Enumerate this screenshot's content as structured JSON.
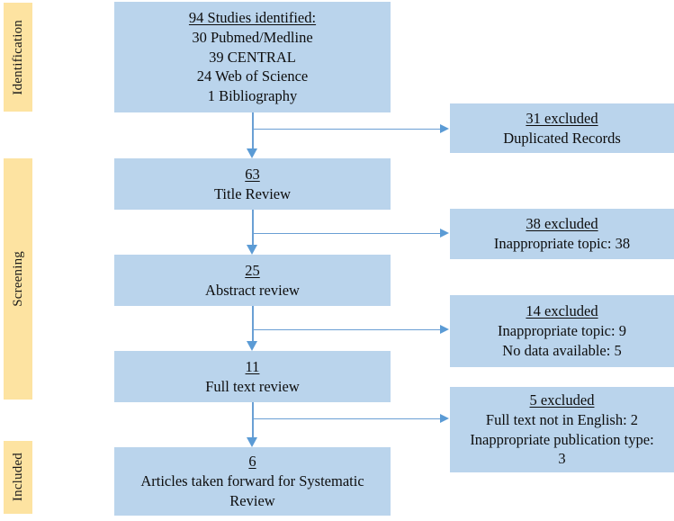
{
  "figure": {
    "type": "prisma-flow-diagram",
    "colors": {
      "box_fill": "#bad4ec",
      "stage_fill": "#fde3a1",
      "connector": "#5b9bd5",
      "background": "#ffffff",
      "text": "#111111"
    }
  },
  "stages": [
    {
      "label": "Identification"
    },
    {
      "label": "Screening"
    },
    {
      "label": "Included"
    }
  ],
  "main_boxes": [
    {
      "id": "identified",
      "head": "94 Studies identified:",
      "lines": [
        "30 Pubmed/Medline",
        "39 CENTRAL",
        "24 Web of Science",
        "1 Bibliography"
      ]
    },
    {
      "id": "title-review",
      "head": "63",
      "lines": [
        "Title Review"
      ]
    },
    {
      "id": "abstract-review",
      "head": "25",
      "lines": [
        "Abstract review"
      ]
    },
    {
      "id": "full-text-review",
      "head": "11",
      "lines": [
        "Full text review"
      ]
    },
    {
      "id": "included",
      "head": "6",
      "lines": [
        "Articles taken forward for Systematic Review"
      ]
    }
  ],
  "excluded_boxes": [
    {
      "id": "excluded-duplicates",
      "head": "31 excluded",
      "lines": [
        "Duplicated Records"
      ]
    },
    {
      "id": "excluded-title",
      "head": "38 excluded",
      "lines": [
        "Inappropriate topic: 38"
      ]
    },
    {
      "id": "excluded-abstract",
      "head": "14 excluded",
      "lines": [
        "Inappropriate topic: 9",
        "No data available: 5"
      ]
    },
    {
      "id": "excluded-fulltext",
      "head": "5 excluded",
      "lines": [
        "Full text not in English: 2",
        "Inappropriate publication type: 3"
      ]
    }
  ]
}
